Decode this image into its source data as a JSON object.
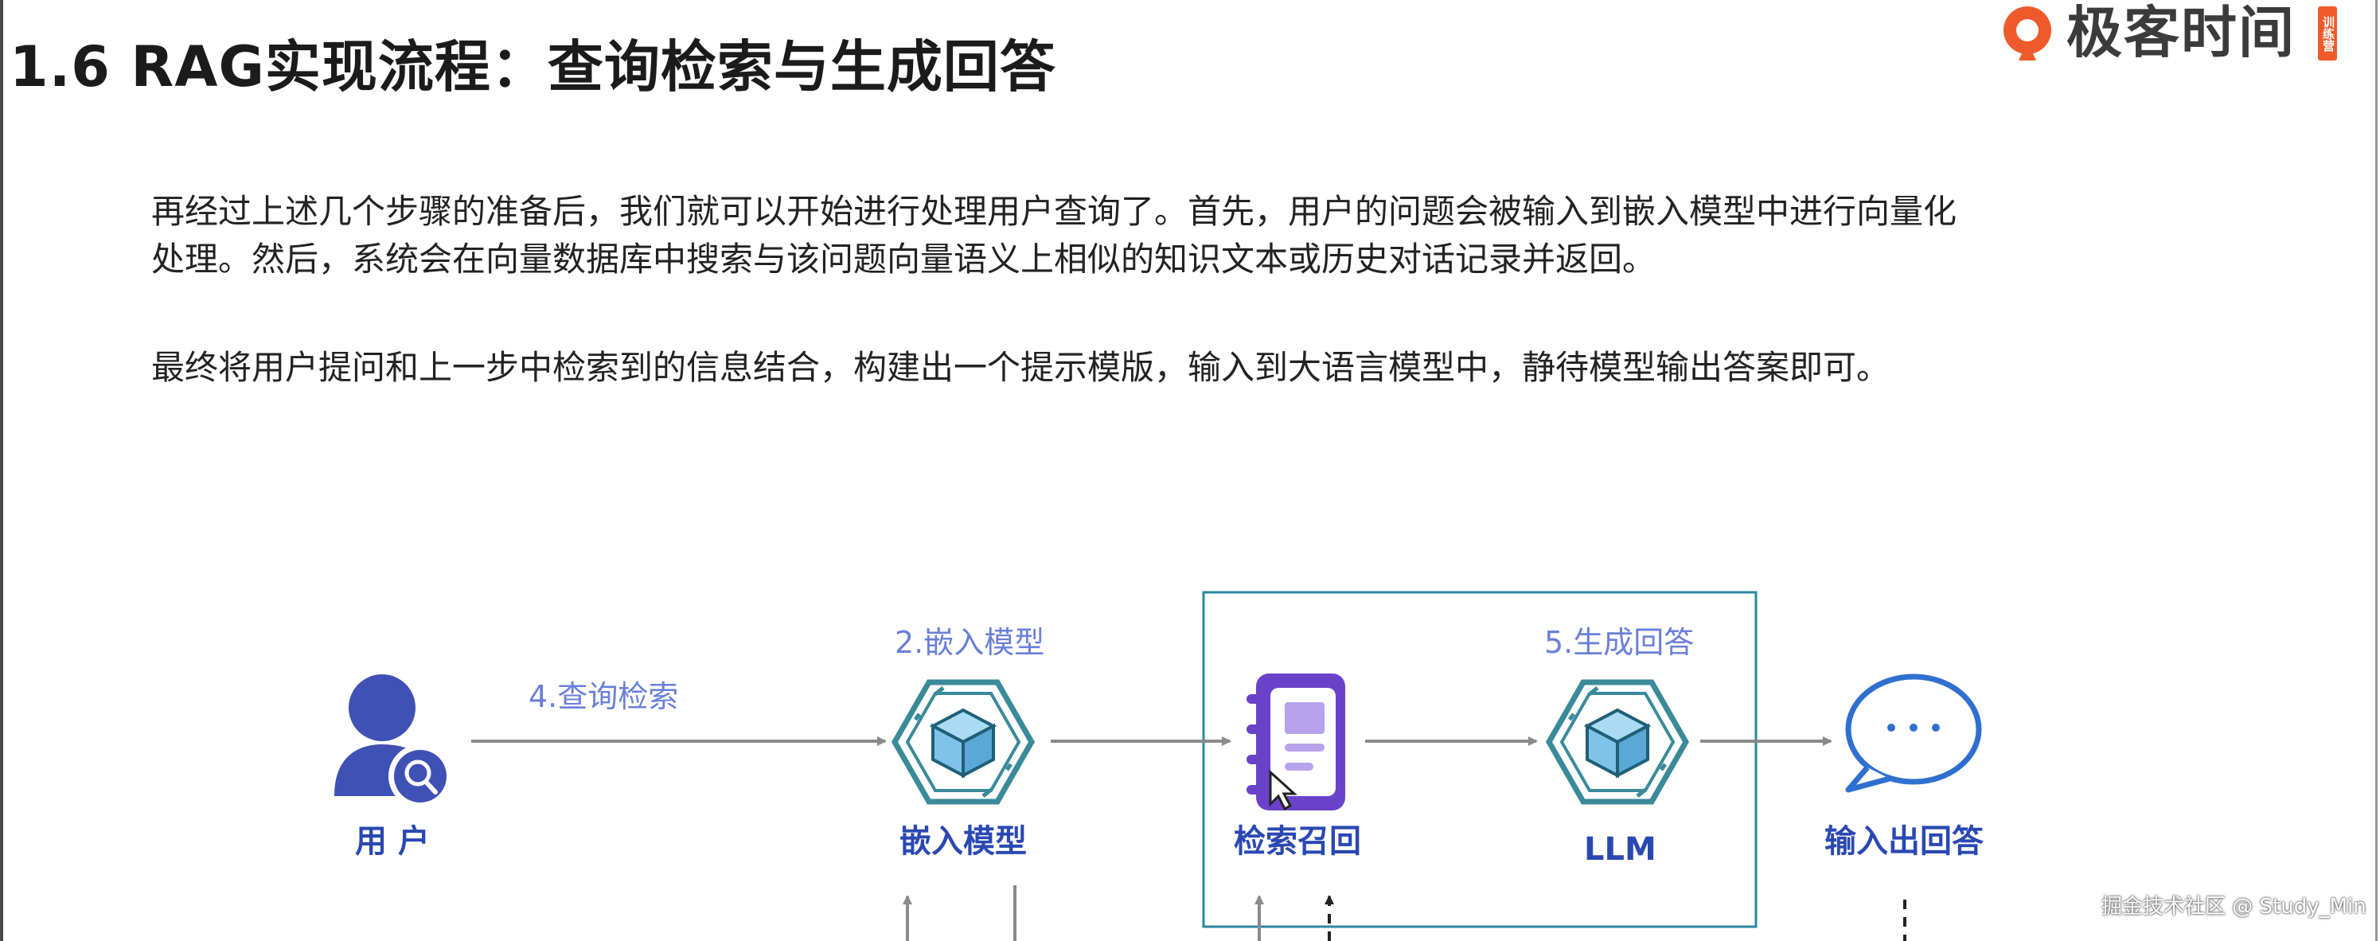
{
  "slide": {
    "title": "1.6 RAG实现流程：查询检索与生成回答",
    "paragraphs": [
      [
        "再经过上述几个步骤的准备后，我们就可以开始进行处理用户查询了。首先，用户的问题会被输入到嵌入模型中进行向量化",
        "处理。然后，系统会在向量数据库中搜索与该问题向量语义上相似的知识文本或历史对话记录并返回。"
      ],
      [
        "最终将用户提问和上一步中检索到的信息结合，构建出一个提示模版，输入到大语言模型中，静待模型输出答案即可。"
      ]
    ]
  },
  "logo": {
    "text": "极客时间",
    "badge": "训练营"
  },
  "diagram": {
    "steps": {
      "query_retrieval": "4.查询检索",
      "embedding_model": "2.嵌入模型",
      "generate_answer": "5.生成回答"
    },
    "nodes": {
      "user": "用 户",
      "embedding": "嵌入模型",
      "retrieval": "检索召回",
      "llm": "LLM",
      "output": "输入出回答"
    },
    "colors": {
      "icon_blue": "#3f51b5",
      "hex_teal": "#3a8a9a",
      "cube_fill": "#7ec3e8",
      "doc_purple": "#6a42c9",
      "bubble_blue": "#2f6fd0",
      "step_text": "#6a7fd8",
      "node_text": "#2a48b2",
      "box_border": "#2a86a0",
      "arrow_gray": "#8a8a8a"
    }
  },
  "watermark": "掘金技术社区 @ Study_Min"
}
